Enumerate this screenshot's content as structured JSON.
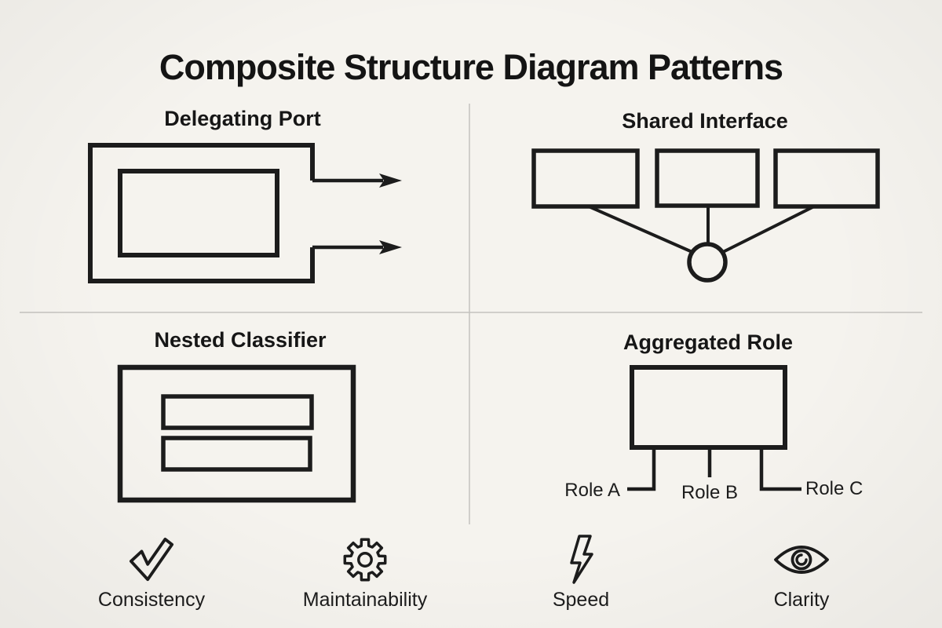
{
  "title": "Composite Structure Diagram Patterns",
  "quadrants": {
    "top_left": {
      "label": "Delegating Port"
    },
    "top_right": {
      "label": "Shared Interface"
    },
    "bottom_left": {
      "label": "Nested Classifier"
    },
    "bottom_right": {
      "label": "Aggregated Role",
      "roles": [
        "Role A",
        "Role B",
        "Role C"
      ]
    }
  },
  "features": [
    {
      "icon": "check-icon",
      "label": "Consistency"
    },
    {
      "icon": "gear-icon",
      "label": "Maintainability"
    },
    {
      "icon": "lightning-icon",
      "label": "Speed"
    },
    {
      "icon": "eye-icon",
      "label": "Clarity"
    }
  ],
  "colors": {
    "background": "#f5f3ee",
    "ink": "#1c1c1c",
    "divider": "#c3c1bd"
  }
}
